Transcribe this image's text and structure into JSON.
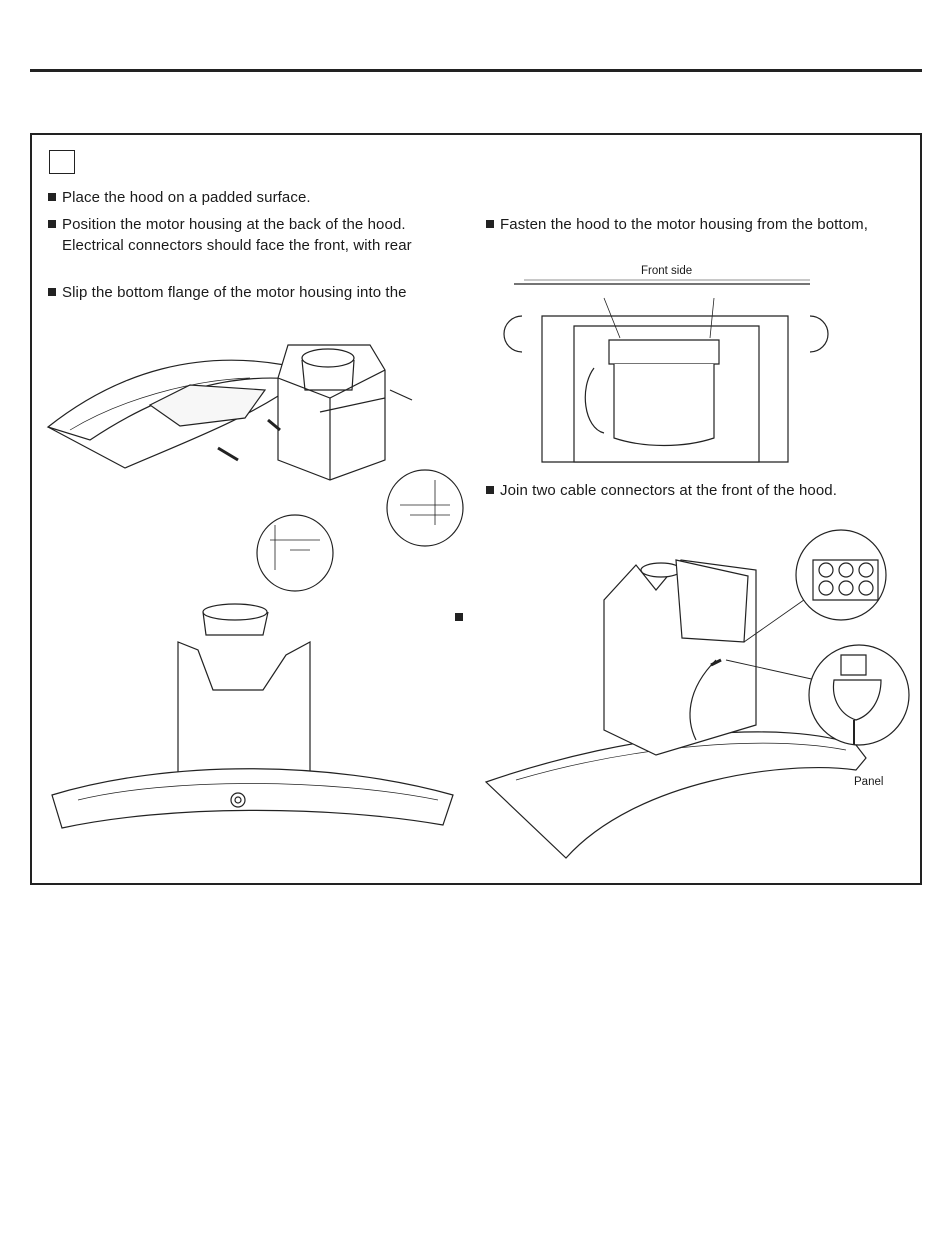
{
  "instructions": {
    "item1": "Place the hood on a padded surface.",
    "item2_line1": "Position the motor housing at the back of the hood.",
    "item2_line2": "Electrical connectors should face the front, with rear",
    "item3": "Slip the bottom flange of the motor housing into the",
    "item4": "Fasten the hood to the motor housing from the bottom,",
    "item5": "Join two cable connectors at the front of the hood."
  },
  "figure_labels": {
    "front_side": "Front side",
    "panel": "Panel"
  },
  "icons": {
    "bullet": "black-square-bullet",
    "step_box": "empty-step-box"
  }
}
